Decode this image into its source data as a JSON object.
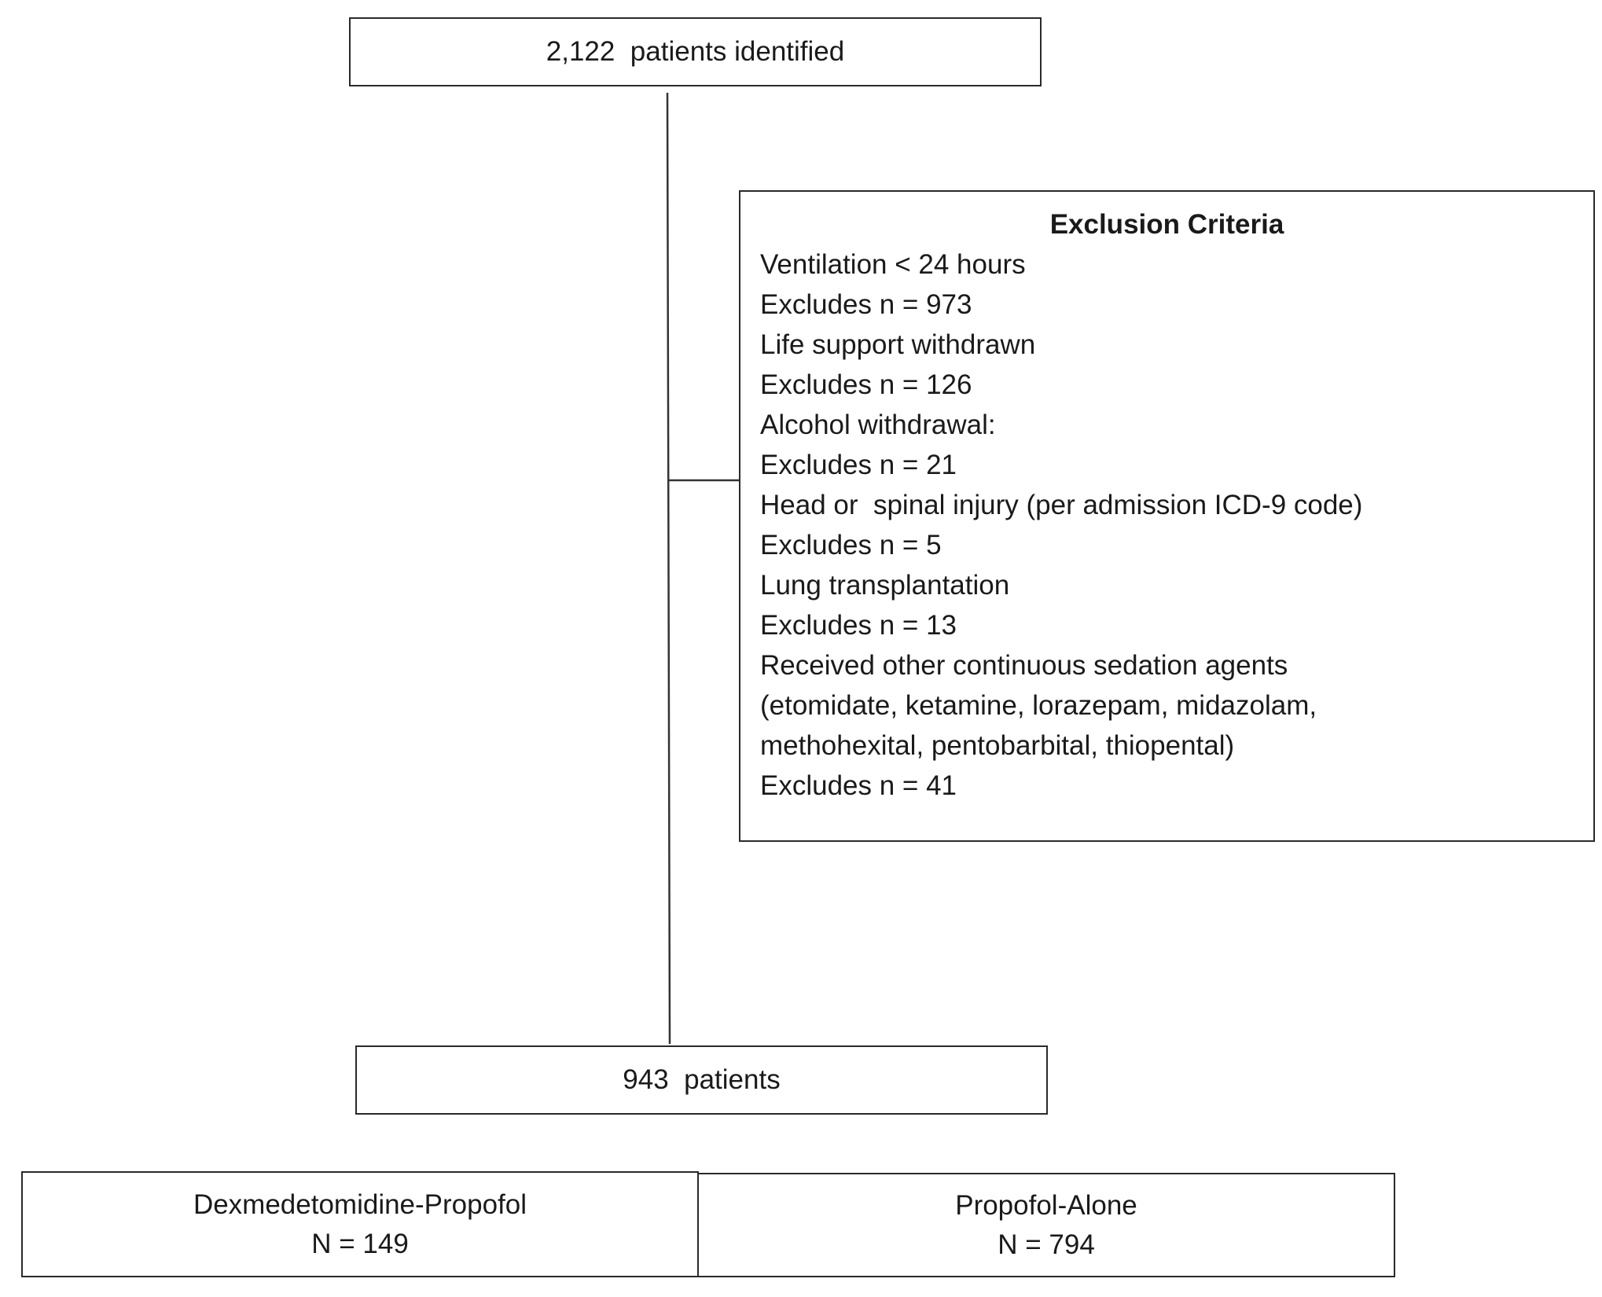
{
  "flowchart": {
    "top_box": {
      "text": "2,122  patients identified"
    },
    "exclusion_box": {
      "title": "Exclusion Criteria",
      "lines": [
        "Ventilation < 24 hours",
        "Excludes n = 973",
        "Life support withdrawn",
        "Excludes n = 126",
        "Alcohol withdrawal:",
        "Excludes n = 21",
        "Head or  spinal injury (per admission ICD-9 code)",
        "Excludes n = 5",
        "Lung transplantation",
        "Excludes n = 13",
        "Received other continuous sedation agents",
        "(etomidate, ketamine, lorazepam, midazolam,",
        "methohexital, pentobarbital, thiopental)",
        "Excludes n = 41"
      ]
    },
    "middle_box": {
      "text": "943  patients"
    },
    "groups": [
      {
        "name": "Dexmedetomidine-Propofol",
        "n": "N = 149"
      },
      {
        "name": "Propofol-Alone",
        "n": "N = 794"
      }
    ]
  }
}
